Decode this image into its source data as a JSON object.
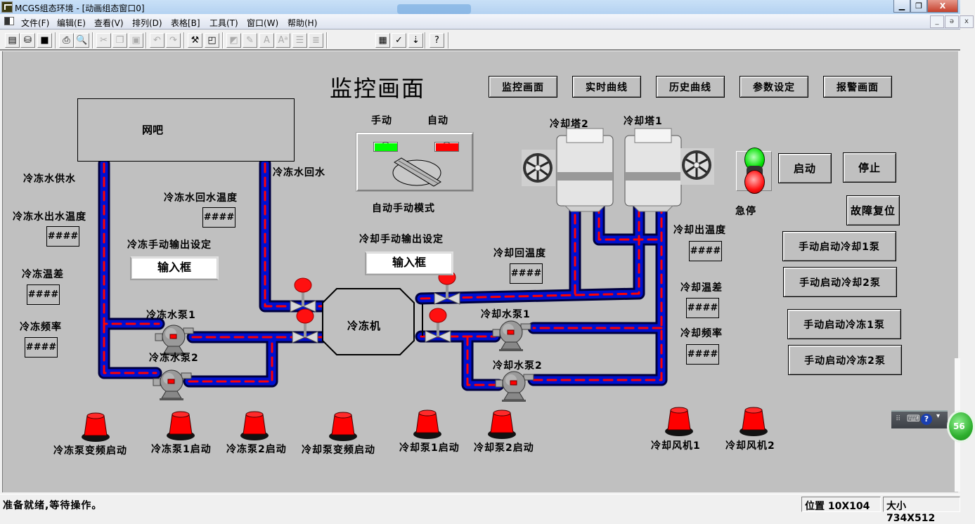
{
  "window": {
    "title": "MCGS组态环境 - [动画组态窗口0]",
    "controls": {
      "minimize": "▁",
      "restore": "❐",
      "close": "X"
    },
    "mdi_controls": {
      "minimize": "_",
      "restore": "ǝ",
      "close": "x"
    }
  },
  "menu": [
    "文件(F)",
    "编辑(E)",
    "查看(V)",
    "排列(D)",
    "表格[B]",
    "工具(T)",
    "窗口(W)",
    "帮助(H)"
  ],
  "toolbar": [
    {
      "name": "window-icon",
      "glyph": "▤",
      "enabled": true
    },
    {
      "name": "database-icon",
      "glyph": "⛁",
      "enabled": true
    },
    {
      "name": "save-icon",
      "glyph": "■",
      "enabled": true
    },
    {
      "name": "print-icon",
      "glyph": "⎙",
      "enabled": true
    },
    {
      "name": "print-preview-icon",
      "glyph": "🔍",
      "enabled": true
    },
    {
      "name": "cut-icon",
      "glyph": "✂",
      "enabled": false
    },
    {
      "name": "copy-icon",
      "glyph": "❐",
      "enabled": false
    },
    {
      "name": "paste-icon",
      "glyph": "▣",
      "enabled": false
    },
    {
      "name": "undo-icon",
      "glyph": "↶",
      "enabled": false
    },
    {
      "name": "redo-icon",
      "glyph": "↷",
      "enabled": false
    },
    {
      "name": "tools-icon",
      "glyph": "⚒",
      "enabled": true
    },
    {
      "name": "frame-icon",
      "glyph": "◰",
      "enabled": true
    },
    {
      "name": "fill-color-icon",
      "glyph": "◩",
      "enabled": false
    },
    {
      "name": "line-color-icon",
      "glyph": "✎",
      "enabled": false
    },
    {
      "name": "text-color-icon",
      "glyph": "A",
      "enabled": false
    },
    {
      "name": "font-icon",
      "glyph": "Aᵃ",
      "enabled": false
    },
    {
      "name": "line-style-icon",
      "glyph": "☰",
      "enabled": false
    },
    {
      "name": "align-icon",
      "glyph": "≣",
      "enabled": false
    },
    {
      "name": "properties-icon",
      "glyph": "▦",
      "enabled": true
    },
    {
      "name": "check-icon",
      "glyph": "✓",
      "enabled": true
    },
    {
      "name": "sort-icon",
      "glyph": "⇣",
      "enabled": true
    },
    {
      "name": "help-pointer-icon",
      "glyph": "?",
      "enabled": true
    }
  ],
  "screen": {
    "title": "监控画面",
    "nav_buttons": [
      "监控画面",
      "实时曲线",
      "历史曲线",
      "参数设定",
      "报警画面"
    ],
    "box_label": "网吧",
    "mode": {
      "manual": "手动",
      "auto": "自动",
      "caption": "自动手动模式",
      "manual_color": "#00ff00",
      "auto_color": "#ff0000"
    },
    "labels": {
      "chw_supply": "冷冻水供水",
      "chw_return": "冷冻水回水",
      "chw_return_temp": "冷冻水回水温度",
      "chw_out_temp": "冷冻水出水温度",
      "chw_manual_output": "冷冻手动输出设定",
      "chw_temp_diff": "冷冻温差",
      "chw_freq": "冷冻频率",
      "chw_pump1": "冷冻水泵1",
      "chw_pump2": "冷冻水泵2",
      "chiller": "冷冻机",
      "cw_manual_output": "冷却手动输出设定",
      "cw_return_temp": "冷却回温度",
      "cw_pump1": "冷却水泵1",
      "cw_pump2": "冷却水泵2",
      "tower2": "冷却塔2",
      "tower1": "冷却塔1",
      "cw_out_temp": "冷却出温度",
      "cw_temp_diff": "冷却温差",
      "cw_freq": "冷却频率",
      "estop": "急停"
    },
    "values": {
      "chw_return_temp": "####",
      "chw_out_temp": "####",
      "chw_temp_diff": "####",
      "chw_freq": "####",
      "cw_return_temp": "####",
      "cw_out_temp": "####",
      "cw_temp_diff": "####",
      "cw_freq": "####"
    },
    "inputs": {
      "chw_manual_output": "输入框",
      "cw_manual_output": "输入框"
    },
    "control_buttons": {
      "start": "启动",
      "stop": "停止",
      "reset": "故障复位",
      "manual_cw1": "手动启动冷却1泵",
      "manual_cw2": "手动启动冷却2泵",
      "manual_chw1": "手动启动冷冻1泵",
      "manual_chw2": "手动启动冷冻2泵"
    },
    "indicators": [
      "冷冻泵变频启动",
      "冷冻泵1启动",
      "冷冻泵2启动",
      "冷却泵变频启动",
      "冷却泵1启动",
      "冷却泵2启动",
      "冷却风机1",
      "冷却风机2"
    ],
    "colors": {
      "pipe": "#0000a0",
      "flow": "#ff0000",
      "lamp": "#ff0000",
      "bg": "#c0c0c0"
    }
  },
  "status": {
    "message": "准备就绪,等待操作。",
    "position": "位置 10X104",
    "size": "大小 734X512"
  },
  "overlay": {
    "badge": "56"
  }
}
